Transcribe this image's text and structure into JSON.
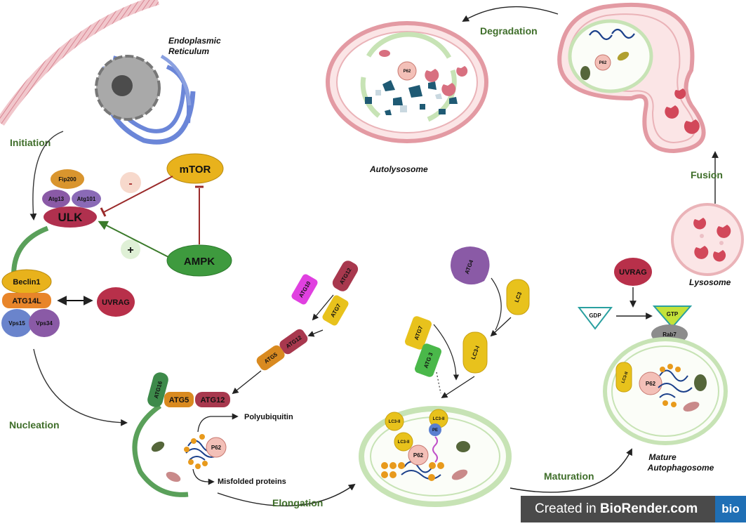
{
  "labels": {
    "initiation": "Initiation",
    "nucleation": "Nucleation",
    "elongation": "Elongation",
    "maturation": "Maturation",
    "fusion": "Fusion",
    "degradation": "Degradation",
    "er_line1": "Endoplasmic",
    "er_line2": "Reticulum",
    "autolysosome": "Autolysosome",
    "lysosome": "Lysosome",
    "mature_line1": "Mature",
    "mature_line2": "Autophagosome",
    "polyubiquitin": "Polyubiquitin",
    "misfolded": "Misfolded proteins"
  },
  "proteins": {
    "fip200": "Fip200",
    "atg13": "Atg13",
    "atg101": "Atg101",
    "ulk": "ULK",
    "mtor": "mTOR",
    "ampk": "AMPK",
    "minus": "-",
    "plus": "+",
    "beclin1": "Beclin1",
    "atg14l": "ATG14L",
    "vps15": "Vps15",
    "vps34": "Vps34",
    "uvrag": "UVRAG",
    "atg10": "ATG10",
    "atg12": "ATG12",
    "atg7": "ATG7",
    "atg5": "ATG5",
    "atg16": "ATG16",
    "atg4": "ATG4",
    "lc3": "LC3",
    "lc3_i": "LC3-I",
    "atg3": "ATG 3",
    "lc3_ii": "LC3-II",
    "pe": "PE",
    "p62": "P62",
    "gdp": "GDP",
    "gtp": "GTP",
    "rab7": "Rab7"
  },
  "watermark": {
    "prefix": "Created in ",
    "brand": "BioRender.com",
    "logo": "bio"
  },
  "colors": {
    "stage_green": "#3f6e2a",
    "membrane_green": "#5aa05a",
    "lysosome_red": "#d86a78",
    "mtor_yellow": "#e8b21c",
    "ampk_green": "#3e9a3e",
    "ulk_maroon": "#b0304e",
    "uvrag_red": "#b8304a",
    "inhibit_red": "#9a2a2a"
  }
}
